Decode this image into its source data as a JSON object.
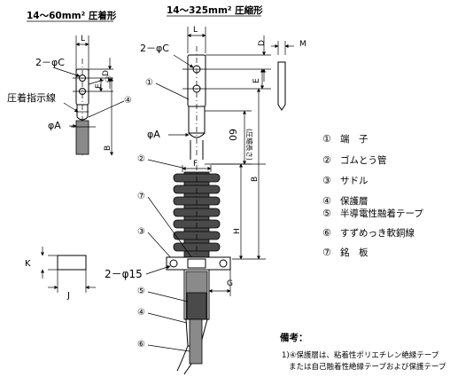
{
  "headings": {
    "left": "14～60mm² 圧着形",
    "right": "14～325mm² 圧縮形"
  },
  "left_view": {
    "hole_label": "2－φC",
    "crimp_line_label": "圧着指示線",
    "dia_label": "φA",
    "dim_L": "L",
    "dim_D": "D",
    "dim_E": "E",
    "dim_B": "B",
    "callout_1": "①",
    "callout_4": "④"
  },
  "main_view": {
    "hole_label": "2－φC",
    "dia_label": "φA",
    "dim_L": "L",
    "dim_D": "D",
    "dim_M": "M",
    "dim_E": "E",
    "dim_60": "60",
    "dim_60_note": "(圧縮長さ)",
    "dim_F": "F",
    "dim_B": "B",
    "dim_H": "H",
    "dim_G": "G",
    "bolt_hole_label": "2－φ15",
    "callouts": [
      "①",
      "②",
      "⑦",
      "③",
      "⑤",
      "④",
      "⑥"
    ]
  },
  "small_part": {
    "dim_K": "K",
    "dim_J": "J"
  },
  "legend": [
    {
      "num": "①",
      "label": "端　子"
    },
    {
      "num": "②",
      "label": "ゴムとう管"
    },
    {
      "num": "③",
      "label": "サドル"
    },
    {
      "num": "④",
      "label": "保護層"
    },
    {
      "num": "⑤",
      "label": "半導電性融着テープ"
    },
    {
      "num": "⑥",
      "label": "すずめっき軟銅線"
    },
    {
      "num": "⑦",
      "label": "銘　板"
    }
  ],
  "notes": {
    "title": "備考：",
    "line1": "1)④保護層は、粘着性ポリエチレン絶縁テープ",
    "line2": "または自己融着性絶縁テープおよび保護テープ"
  }
}
